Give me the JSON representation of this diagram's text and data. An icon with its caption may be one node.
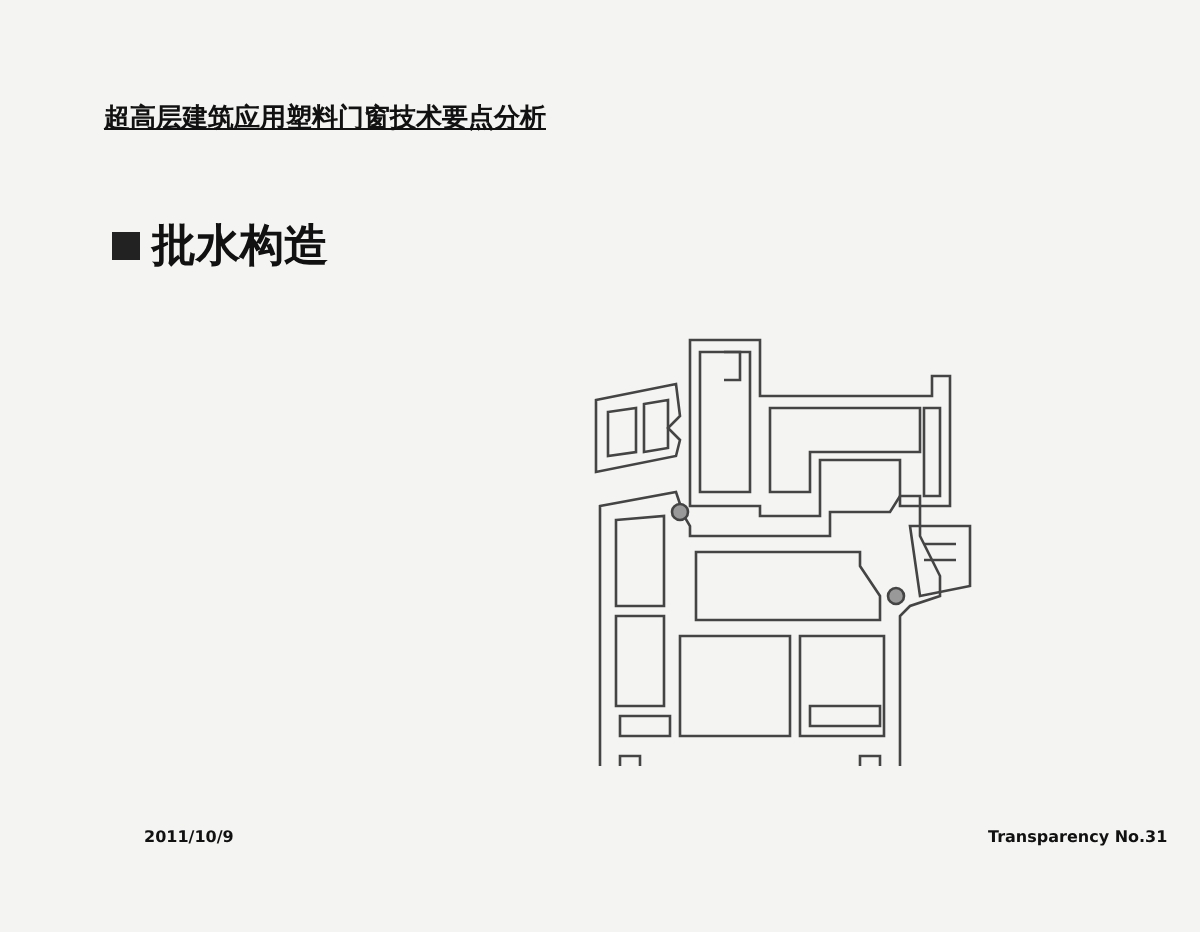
{
  "diagram": {
    "title": "超高层建筑应用塑料门窗技术要点分析",
    "labels": [
      "批水构造",
      "2011/10/9",
      "Transparency No.31"
    ]
  }
}
